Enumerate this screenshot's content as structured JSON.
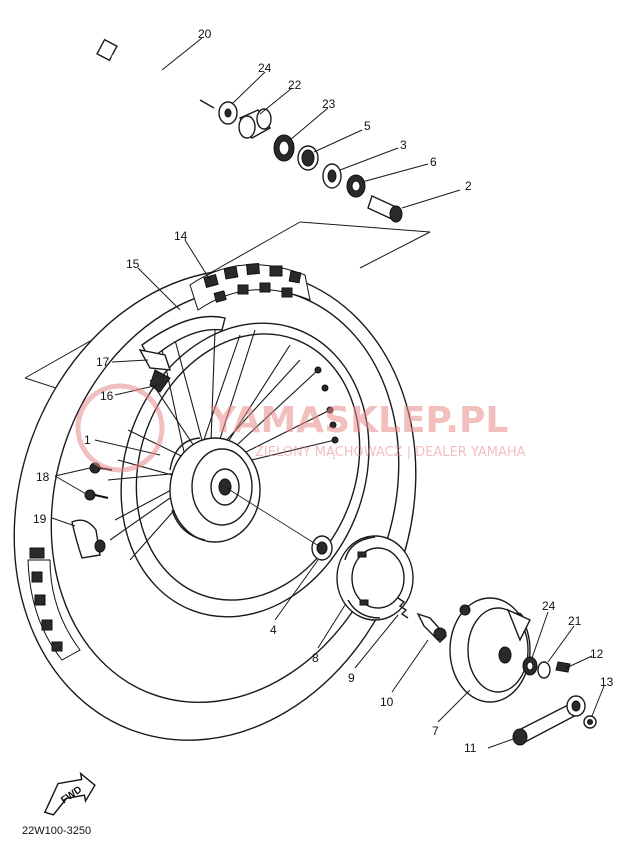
{
  "watermark": {
    "brand": "YAMASKLEP.PL",
    "tagline": "ZIELONY MĄCHOWACZ | DEALER YAMAHA",
    "color": "#e88a8a"
  },
  "footer": {
    "code": "22W100-3250",
    "fwd": "FWD"
  },
  "labels": {
    "p1": "1",
    "p2": "2",
    "p3": "3",
    "p4": "4",
    "p5": "5",
    "p6": "6",
    "p7": "7",
    "p8": "8",
    "p9": "9",
    "p10": "10",
    "p11": "11",
    "p12": "12",
    "p13": "13",
    "p14": "14",
    "p15": "15",
    "p16": "16",
    "p17": "17",
    "p18": "18",
    "p19": "19",
    "p20": "20",
    "p21": "21",
    "p22": "22",
    "p23": "23",
    "p24a": "24",
    "p24b": "24"
  }
}
